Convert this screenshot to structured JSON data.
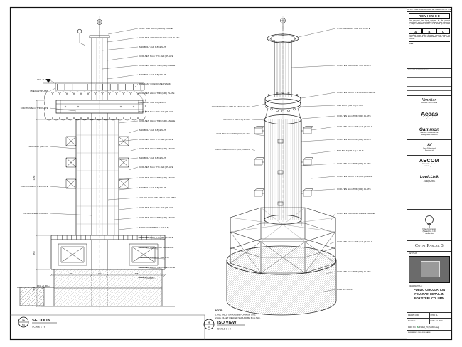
{
  "section_view": {
    "marker": "5A",
    "sheet_ref": "501",
    "title": "SECTION",
    "scale": "SCALE 1 : 8",
    "callouts_right": [
      "4 NO. M16 BOLT (GR 8.8) PLATE",
      "COR-TEN 200x200x20 THK CAP PLATE",
      "M16 BOLT (GR 8.8) & NUT",
      "COR-TEN 6mm THK (GR.) PLATE",
      "COR-TEN 10mm THK (GR.) ANGLE",
      "M16 BOLT (GR 8.8) & NUT",
      "PRECAST CONCRETE PLANK",
      "COR-TEN 20mm THK (GR.) PLATE",
      "M16 BOLT (GR 8.8) & NUT",
      "COR-TEN 6mm THK (GR.) PLATE",
      "COR-TEN 10mm THK (GR.) ANGLE",
      "M16 BOLT (GR 8.8) & NUT",
      "COR-TEN 6mm THK (GR.) PLATE",
      "COR-TEN 10mm THK (GR.) ANGLE",
      "M16 BOLT (GR 8.8) & NUT",
      "COR-TEN 6mm THK (GR.) PLATE",
      "COR-TEN 10mm THK (GR.) ANGLE",
      "M16 BOLT (GR 8.8) & NUT",
      "250 DIA COR-TEN STEEL COLUMN",
      "COR-TEN 6mm THK (GR.) PLATE",
      "COR-TEN 10mm THK (GR.) ANGLE",
      "M20 ANCHOR BOLT (GR 8.8)",
      "COR-TEN 6mm THK (GR.) PLATE",
      "COR-TEN 150x90x10 THK ANGLE",
      "M20 ANCHOR BOLT (GR 8.8)",
      "COR-TEN 20mm THK BASE PLATE",
      "A350 RC WALL"
    ],
    "callouts_left": [
      "FFL +5.150",
      "PRECAST PLANK",
      "COR-TEN 6mm THK PLATE",
      "M16 BOLT (GR 8.8)",
      "COR-TEN 6mm THK PLATE",
      "250 DIA STEEL COLUMN",
      "FFL +0.000"
    ],
    "dims_vertical": [
      "1250",
      "450",
      "520"
    ],
    "dims_bottom": [
      "285",
      "110",
      "285"
    ]
  },
  "iso_view": {
    "marker": "5B",
    "sheet_ref": "501",
    "title": "ISO VIEW",
    "scale": "SCALE 1 : 8",
    "callouts_right": [
      "4 NO. M16 BOLT (GR 8.8) PLATE",
      "COR-TEN 200x20mm THK PLATE",
      "COR-TEN 20mm THK FLANGE PLATE",
      "M16 BOLT (GR 8.8) & NUT",
      "COR-TEN 6mm THK (GR.) PLATE",
      "COR-TEN 10mm THK (GR.) ANGLE",
      "COR-TEN 6mm THK (GR.) PLATE",
      "M16 BOLT (GR 8.8) & NUT",
      "COR-TEN 6mm THK (GR.) PLATE",
      "COR-TEN 10mm THK (GR.) ANGLE",
      "COR-TEN 6mm THK (GR.) PLATE",
      "COR-TEN 150x90x10 ANGLE FRAME",
      "COR-TEN 10mm THK (GR.) ANGLE",
      "COR-TEN 6mm THK (GR.) PLATE",
      "A350 RC WALL"
    ],
    "callouts_left": [
      "COR-TEN 20mm THK FLANGE PLATE",
      "M16 BOLT (GR 8.8) & NUT",
      "COR-TEN 6mm THK (GR.) PLATE",
      "COR-TEN 10mm THK (GR.) ANGLE"
    ]
  },
  "notes": {
    "heading": "NOTE:",
    "lines": [
      "1. ALL WELD SHOULD BE FORM ON SITE.",
      "2. ALL FILLET WELDED SHOULD BE 6mm THK."
    ]
  },
  "title_block": {
    "top_note": "DO NOT SCALE DRAWING. VERIFY ALL DIMENSIONS ON SITE.",
    "reviewed": {
      "stamp": "R E V I E W E D",
      "body": "This document has been reviewed by the relevant consultant(s) and is accorded the following status referred to in Project Procedures Section 5.3 for action by the Trade Contractor.",
      "status_options": [
        "A",
        "B",
        "C"
      ],
      "disclaimer": "Consultant review of this document does not relieve the Trade Contractor of his responsibilities under the Trade Contract.",
      "date_label": "Date :"
    },
    "rev_header": "REV   DATE   DESCRIPTION   BY",
    "logos": [
      {
        "logo": "Venetian",
        "line1": "Venetian Orient Limited",
        "line2": ""
      },
      {
        "logo": "Aedas",
        "line1": "Aedas (Macau) Ltd.",
        "line2": "Architect"
      },
      {
        "logo": "Gammon",
        "line1": "Gammon Construction Ltd.",
        "line2": "Management Contractor"
      },
      {
        "logo": "M",
        "line1": "Meca Professional",
        "line2": "Services Ltd."
      },
      {
        "logo": "AECOM",
        "line1": "AECOM Asia Co. Ltd.",
        "line2": "C&S Engineer"
      },
      {
        "logo": "LogicLink",
        "line1": "Langston Sarah",
        "line2": "Building Services"
      },
      {
        "logo": "",
        "line1": "",
        "line2": ""
      }
    ],
    "contractor": {
      "line1": "Yudea Construction",
      "line2": "(Macau) Co., LTD.",
      "line3": "T: 2882 8118"
    },
    "project": "Cotai Parcel 3",
    "key_plan_label": "KEY PLAN",
    "drawing_title_label": "DRAWING TITLE:",
    "drawing_title": [
      "PUBLIC CIRCULATION",
      "FOUNTAIN DETAIL IN",
      "FOR STEEL COLUMN"
    ],
    "meta": {
      "drawn": "DRAWN   CWD",
      "chkd": "CHKD   KL",
      "scale": "SCALE   1 : 8",
      "date": "DATE   JUL 2020",
      "dwg_label": "DWG NO.",
      "status": "A",
      "dwg_no": "P-1025_PC_SD300.dwg",
      "ref_note": "REFERENCE DWG FILE NAME"
    }
  }
}
